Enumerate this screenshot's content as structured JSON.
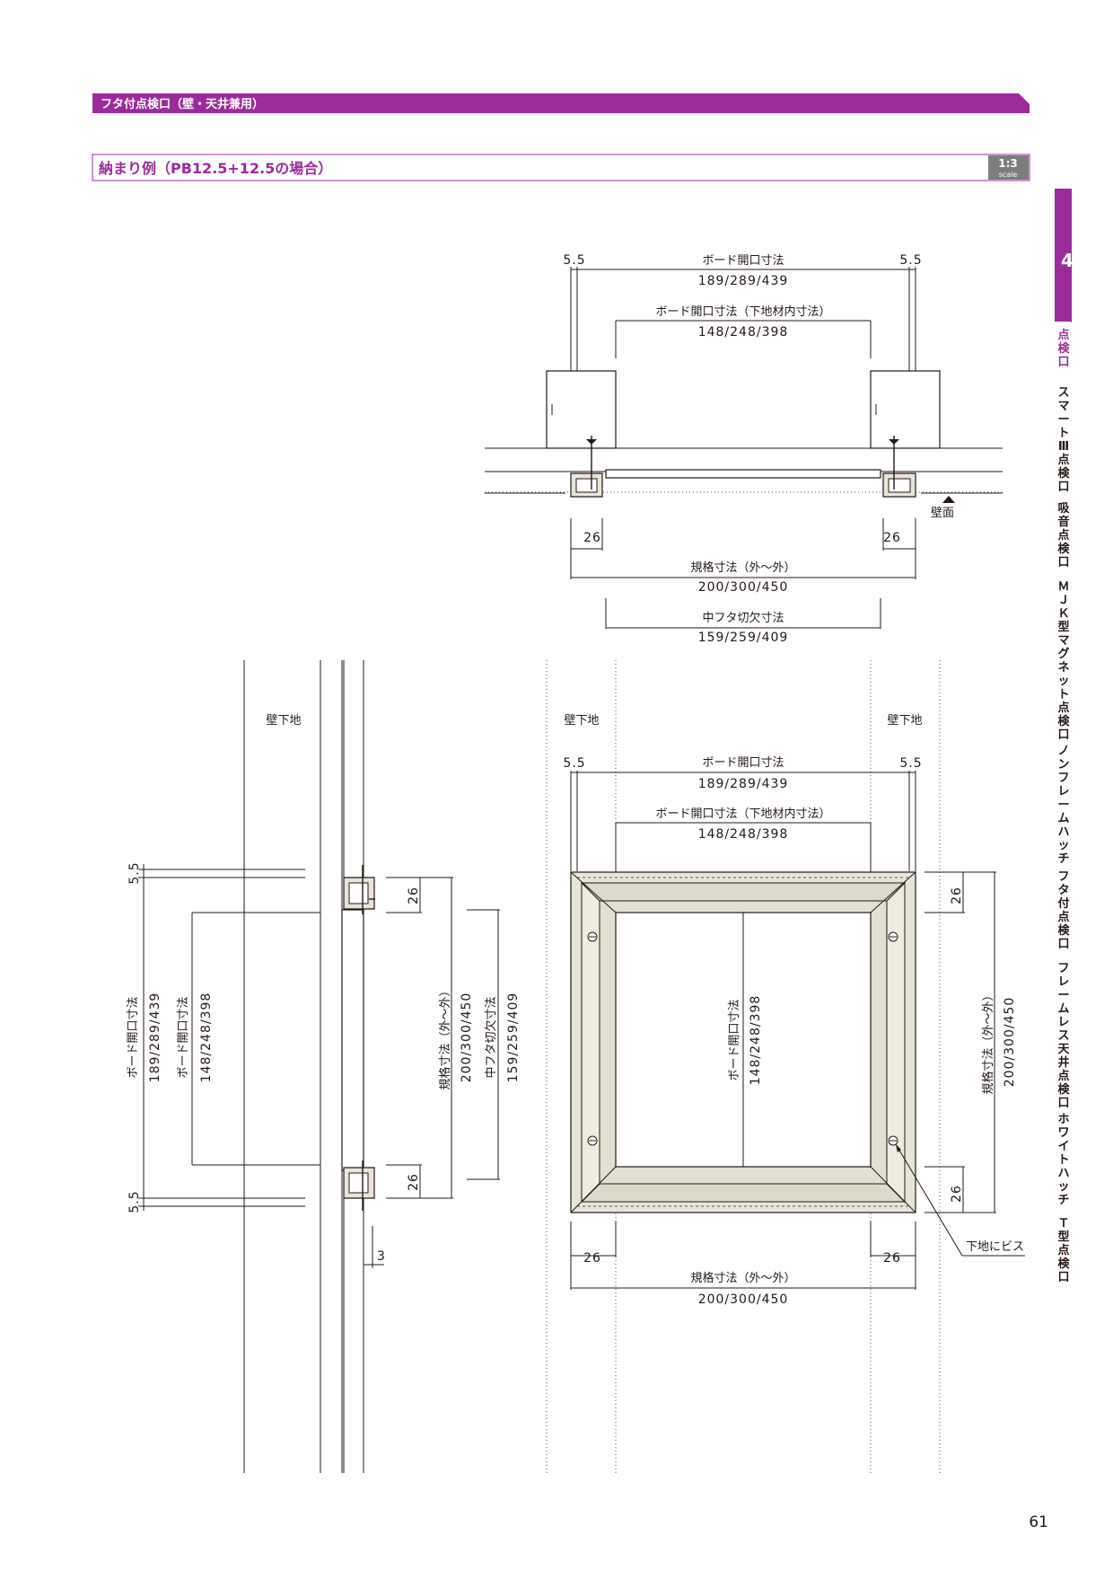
{
  "colors": {
    "accent": "#9b2b9a",
    "badge_bg": "#7d7d7d",
    "text": "#231815",
    "frame": "#e7e5d8"
  },
  "header": {
    "title": "フタ付点検口（壁・天井兼用）"
  },
  "section": {
    "title": "納まり例（PB12.5+12.5の場合）"
  },
  "scale_badge": {
    "ratio": "1:3",
    "label": "scale"
  },
  "chapter_tab": {
    "number": "4"
  },
  "side_nav": {
    "items": [
      "点検口",
      "スマートⅢ点検口",
      "吸音点検口",
      "ＭＪＫ型マグネット点検口",
      "ノンフレームハッチ",
      "フタ付点検口",
      "フレームレス天井点検口",
      "ホワイトハッチ",
      "Ｔ型点検口"
    ]
  },
  "page_number": "61",
  "top_section": {
    "edge_left": "5.5",
    "edge_right": "5.5",
    "board_opening_label": "ボード開口寸法",
    "board_opening_value": "189/289/439",
    "inner_opening_label": "ボード開口寸法（下地材内寸法）",
    "inner_opening_value": "148/248/398",
    "wall_face": "壁面",
    "side_left": "26",
    "side_right": "26",
    "standard_label": "規格寸法（外〜外）",
    "standard_value": "200/300/450",
    "lid_cut_label": "中フタ切欠寸法",
    "lid_cut_value": "159/259/409"
  },
  "left_elevation": {
    "wall_base": "壁下地",
    "edge_top": "5.5",
    "edge_bottom": "5.5",
    "board_opening_label": "ボード開口寸法",
    "board_opening_value": "189/289/439",
    "inner_opening_label": "ボード開口寸法",
    "inner_opening_value": "148/248/398",
    "side_top": "26",
    "side_bottom": "26",
    "standard_label": "規格寸法（外〜外）",
    "standard_value": "200/300/450",
    "lid_cut_label": "中フタ切欠寸法",
    "lid_cut_value": "159/259/409",
    "offset": "3"
  },
  "front_view": {
    "wall_base_left": "壁下地",
    "wall_base_right": "壁下地",
    "edge_left": "5.5",
    "edge_right": "5.5",
    "board_opening_label": "ボード開口寸法",
    "board_opening_value": "189/289/439",
    "inner_opening_label": "ボード開口寸法（下地材内寸法）",
    "inner_opening_value": "148/248/398",
    "center_label": "ボード開口寸法",
    "center_value": "148/248/398",
    "side_top": "26",
    "side_bottom": "26",
    "right_standard_label": "規格寸法（外〜外）",
    "right_standard_value": "200/300/450",
    "side_left": "26",
    "side_right": "26",
    "bottom_standard_label": "規格寸法（外〜外）",
    "bottom_standard_value": "200/300/450",
    "screw_note": "下地にビス"
  }
}
